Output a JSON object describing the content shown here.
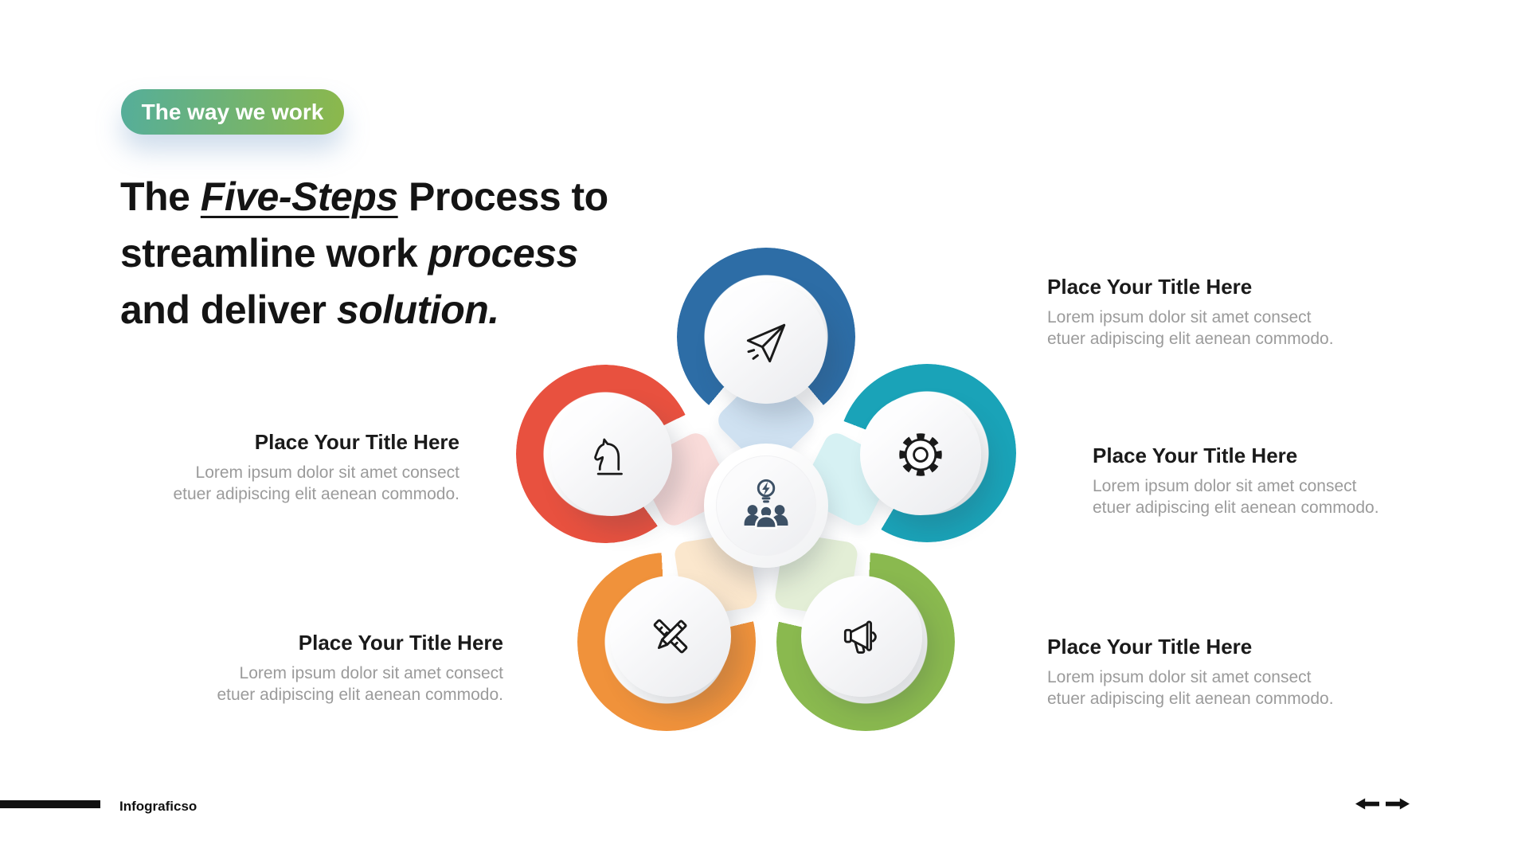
{
  "badge": {
    "label": "The way we work",
    "gradient_start": "#55ae9a",
    "gradient_end": "#8cb84b"
  },
  "heading": {
    "line1_a": "The ",
    "line1_b": "Five-Steps",
    "line1_c": " Process to",
    "line2_a": "streamline work ",
    "line2_b": "process",
    "line3_a": "and deliver ",
    "line3_b": "solution.",
    "color": "#141414"
  },
  "steps": [
    {
      "position": "top",
      "icon": "paper-plane-icon",
      "ring_color": "#2d6da6",
      "petal_color": "#cfe1f1",
      "title": "Place Your Title Here",
      "body_line1": "Lorem ipsum dolor sit amet consect",
      "body_line2": "etuer adipiscing elit aenean commodo."
    },
    {
      "position": "right",
      "icon": "gear-icon",
      "ring_color": "#1aa3b8",
      "petal_color": "#d6f1f3",
      "title": "Place Your Title Here",
      "body_line1": "Lorem ipsum dolor sit amet consect",
      "body_line2": "etuer adipiscing elit aenean commodo."
    },
    {
      "position": "bottom-right",
      "icon": "megaphone-icon",
      "ring_color": "#8ab94f",
      "petal_color": "#e3eed6",
      "title": "Place Your Title Here",
      "body_line1": "Lorem ipsum dolor sit amet consect",
      "body_line2": "etuer adipiscing elit aenean commodo."
    },
    {
      "position": "bottom-left",
      "icon": "pencil-ruler-icon",
      "ring_color": "#f0923b",
      "petal_color": "#fbe7cd",
      "title": "Place Your Title Here",
      "body_line1": "Lorem ipsum dolor sit amet consect",
      "body_line2": "etuer adipiscing elit aenean commodo."
    },
    {
      "position": "left",
      "icon": "chess-knight-icon",
      "ring_color": "#e8513f",
      "petal_color": "#f9dbd9",
      "title": "Place Your Title Here",
      "body_line1": "Lorem ipsum dolor sit amet consect",
      "body_line2": "etuer adipiscing elit aenean commodo."
    }
  ],
  "center": {
    "icon": "team-idea-icon",
    "color": "#3d5166"
  },
  "footer": {
    "brand": "Infograficso"
  },
  "nav": {
    "prev_icon": "left-arrow-icon",
    "next_icon": "right-arrow-icon"
  }
}
